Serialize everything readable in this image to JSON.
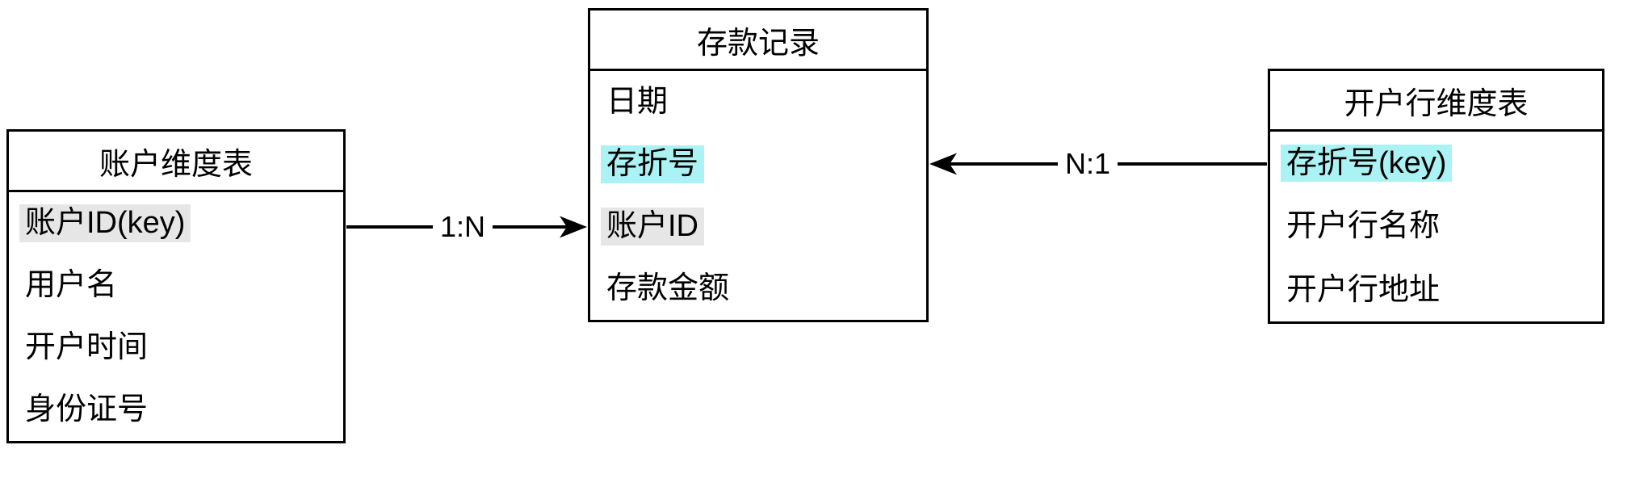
{
  "colors": {
    "cyan_highlight": "#aaf2f3",
    "gray_highlight": "#e6e6e6",
    "line": "#000000",
    "background": "#ffffff"
  },
  "tables": [
    {
      "title": "账户维度表",
      "fields": [
        {
          "label": "账户ID(key)",
          "highlight": "gray"
        },
        {
          "label": "用户名",
          "highlight": "none"
        },
        {
          "label": "开户时间",
          "highlight": "none"
        },
        {
          "label": "身份证号",
          "highlight": "none"
        }
      ]
    },
    {
      "title": "存款记录",
      "fields": [
        {
          "label": "日期",
          "highlight": "none"
        },
        {
          "label": "存折号",
          "highlight": "cyan"
        },
        {
          "label": "账户ID",
          "highlight": "gray"
        },
        {
          "label": "存款金额",
          "highlight": "none"
        }
      ]
    },
    {
      "title": "开户行维度表",
      "fields": [
        {
          "label": "存折号(key)",
          "highlight": "cyan"
        },
        {
          "label": "开户行名称",
          "highlight": "none"
        },
        {
          "label": "开户行地址",
          "highlight": "none"
        }
      ]
    }
  ],
  "relations": [
    {
      "label": "1:N",
      "from": "账户维度表",
      "to": "存款记录"
    },
    {
      "label": "N:1",
      "from": "开户行维度表",
      "to": "存款记录"
    }
  ]
}
